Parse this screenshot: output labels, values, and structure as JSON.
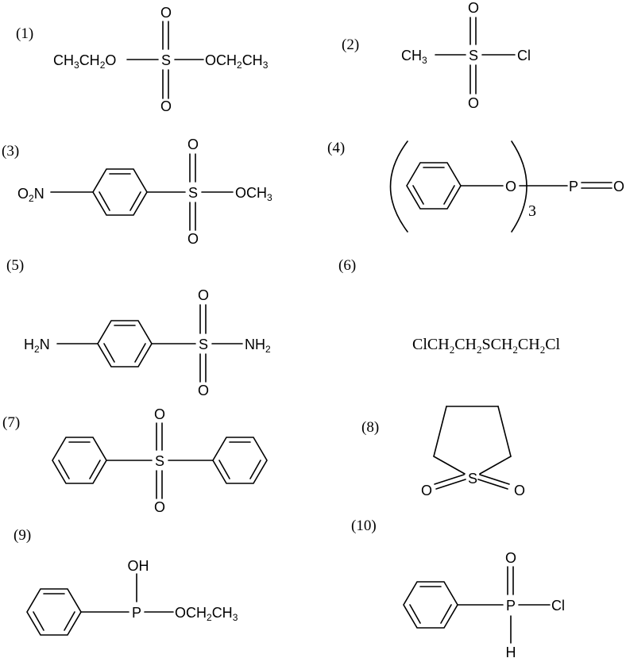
{
  "structures": [
    {
      "label": "(1)",
      "atoms": {
        "left": [
          "CH",
          "3",
          "CH",
          "2",
          "O"
        ],
        "center": "S",
        "top": "O",
        "bottom": "O",
        "right": [
          "OCH",
          "2",
          "CH",
          "3"
        ]
      }
    },
    {
      "label": "(2)",
      "atoms": {
        "left": [
          "CH",
          "3"
        ],
        "center": "S",
        "top": "O",
        "bottom": "O",
        "right": "Cl"
      }
    },
    {
      "label": "(3)",
      "atoms": {
        "left": [
          "O",
          "2",
          "N"
        ],
        "center": "S",
        "top": "O",
        "bottom": "O",
        "right": [
          "OCH",
          "3"
        ]
      }
    },
    {
      "label": "(4)",
      "atoms": {
        "ether_o": "O",
        "count": "3",
        "p": "P",
        "oxo": "O"
      }
    },
    {
      "label": "(5)",
      "atoms": {
        "left": [
          "H",
          "2",
          "N"
        ],
        "center": "S",
        "top": "O",
        "bottom": "O",
        "right": [
          "NH",
          "2"
        ]
      }
    },
    {
      "label": "(6)",
      "formula": [
        "ClCH",
        "2",
        "CH",
        "2",
        "SCH",
        "2",
        "CH",
        "2",
        "Cl"
      ]
    },
    {
      "label": "(7)",
      "atoms": {
        "center": "S",
        "top": "O",
        "bottom": "O"
      }
    },
    {
      "label": "(8)",
      "atoms": {
        "center": "S",
        "left": "O",
        "right": "O"
      }
    },
    {
      "label": "(9)",
      "atoms": {
        "p": "P",
        "top": "OH",
        "right": [
          "OCH",
          "2",
          "CH",
          "3"
        ]
      }
    },
    {
      "label": "(10)",
      "atoms": {
        "p": "P",
        "top": "O",
        "bottom": "H",
        "right": "Cl"
      }
    }
  ]
}
